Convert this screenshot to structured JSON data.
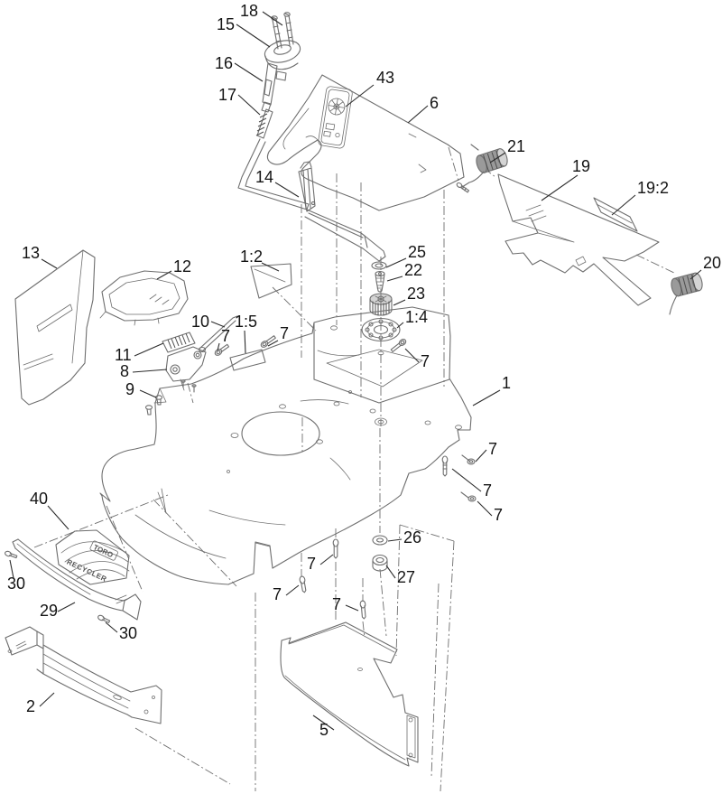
{
  "diagram": {
    "type": "exploded-parts-diagram",
    "labels": {
      "1": "1",
      "1_2": "1:2",
      "1_4": "1:4",
      "1_5": "1:5",
      "2": "2",
      "5": "5",
      "6": "6",
      "7": "7",
      "8": "8",
      "9": "9",
      "10": "10",
      "11": "11",
      "12": "12",
      "13": "13",
      "14": "14",
      "15": "15",
      "16": "16",
      "17": "17",
      "18": "18",
      "19": "19",
      "19_2": "19:2",
      "20": "20",
      "21": "21",
      "22": "22",
      "23": "23",
      "25": "25",
      "26": "26",
      "27": "27",
      "29": "29",
      "30": "30",
      "40": "40",
      "43": "43"
    },
    "decal_40": {
      "brand": "TORO",
      "model": "RECYCLER"
    },
    "colors": {
      "background": "#ffffff",
      "line": "#6e6e6e",
      "label": "#141414",
      "spring_fill": "#9a9a9a",
      "shade": "#d4d4d4"
    }
  }
}
